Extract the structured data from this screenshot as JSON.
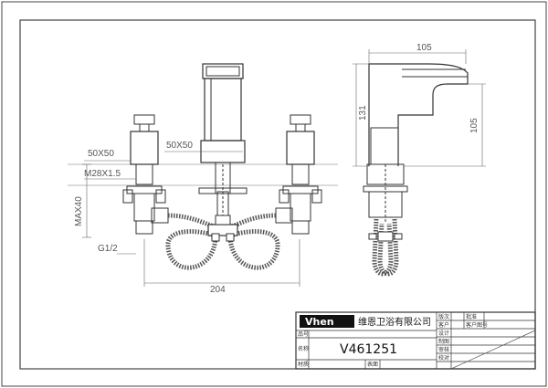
{
  "front_view": {
    "dim_spout_width": "50X50",
    "dim_handle_width": "50X50",
    "dim_thread": "M28X1.5",
    "dim_max_deck": "MAX40",
    "dim_inlet": "G1/2",
    "dim_overall_width": "204"
  },
  "side_view": {
    "dim_spout_reach": "105",
    "dim_total_height": "131",
    "dim_spout_height": "105"
  },
  "title_block": {
    "logo": "Vhen",
    "company": "维恩卫浴有限公司",
    "model_label": "品号",
    "model_number": "V461251",
    "name_label": "名称",
    "material_label": "材质",
    "surface_label": "表面",
    "labels": {
      "version": "版次",
      "approve": "批准",
      "customer": "客户",
      "client_no": "客户图号",
      "design": "设计",
      "drawing": "制图",
      "review": "审核",
      "check": "校对",
      "blank1": "",
      "blank2": ""
    }
  }
}
